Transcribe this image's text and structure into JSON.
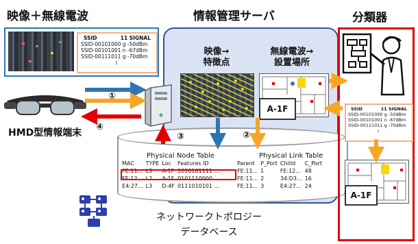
{
  "titles": {
    "left": "映像＋無線電波",
    "center": "情報管理サーバ",
    "right": "分類器"
  },
  "wifi_table": {
    "header_ssid": "SSID",
    "header_signal": "11 SIGNAL",
    "rows": [
      "SSID-00101000 g -50dBm",
      "SSID-00101001 n -67dBm",
      "SSID-00111011 g -70dBm"
    ],
    "more": ":"
  },
  "hmd_label": "HMD型情報端末",
  "server": {
    "feature_label_line1": "映像→",
    "feature_label_line2": "特徴点",
    "location_label_line1": "無線電波→",
    "location_label_line2": "設置場所",
    "ap_label": "A-1F"
  },
  "steps": [
    "①",
    "②",
    "③",
    "④"
  ],
  "physical_node_table": {
    "title": "Physical Node Table",
    "headers": [
      "MAC",
      "TYPE",
      "Loc",
      "Features ID"
    ],
    "rows": [
      [
        "FE:11...",
        "L3",
        "A-1F",
        "1010101111 ..."
      ],
      [
        "FE:12...",
        "L2",
        "A-1F",
        "0101110000 ..."
      ],
      [
        "E4:27...",
        "L3",
        "D-4F",
        "0111010101 ..."
      ]
    ]
  },
  "physical_link_table": {
    "title": "Physical Link Table",
    "headers": [
      "Parent",
      "P_Port",
      "Chilld",
      "C_Port"
    ],
    "rows": [
      [
        "FE:11...",
        "1",
        "FE:12...",
        "48"
      ],
      [
        "FE:11...",
        "2",
        "34:D3...",
        "16"
      ],
      [
        "FE:11...",
        "3",
        "E4:27...",
        "24"
      ]
    ]
  },
  "db_caption_line1": "ネットワークトポロジー",
  "db_caption_line2": "データベース",
  "classifier": {
    "ap_label": "A-1F"
  },
  "colors": {
    "blue_box": "#2e75b6",
    "server_fill": "#dae3f3",
    "red_box": "#e00000",
    "arrow_blue": "#2e75b6",
    "arrow_orange": "#f6a623",
    "arrow_red": "#e00000",
    "wifi_border": "#f4b183"
  }
}
